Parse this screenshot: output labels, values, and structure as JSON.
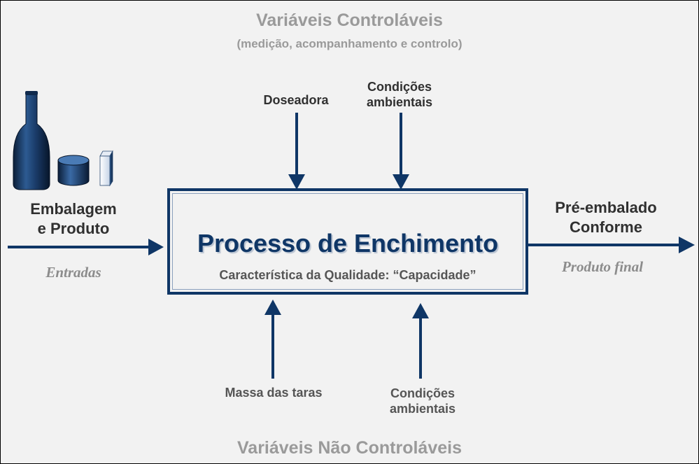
{
  "top": {
    "title": "Variáveis Controláveis",
    "subtitle": "(medição, acompanhamento e controlo)"
  },
  "controllable": {
    "dispenser": "Doseadora",
    "env_line1": "Condições",
    "env_line2": "ambientais"
  },
  "inputs": {
    "line1": "Embalagem",
    "line2": "e Produto",
    "caption": "Entradas"
  },
  "process": {
    "title": "Processo de Enchimento",
    "subtitle": "Característica da Qualidade: “Capacidade”"
  },
  "output": {
    "line1": "Pré-embalado",
    "line2": "Conforme",
    "caption": "Produto final"
  },
  "uncontrollable": {
    "tare_mass": "Massa das taras",
    "env_line1": "Condições",
    "env_line2": "ambientais"
  },
  "bottom": {
    "title": "Variáveis Não Controláveis"
  },
  "colors": {
    "arrow": "#0f3666",
    "background": "#f2f2f2",
    "heading_gray": "#9a9a9a"
  },
  "icons": [
    "bottle-icon",
    "jar-icon",
    "box-icon"
  ]
}
